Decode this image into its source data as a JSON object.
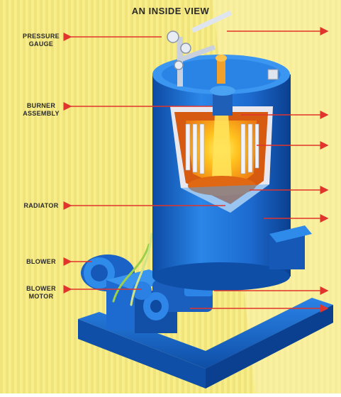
{
  "title": "AN INSIDE VIEW",
  "labels": {
    "pressure_gauge": "PRESSURE\nGAUGE",
    "burner_assembly": "BURNER\nASSEMBLY",
    "radiator": "RADIATOR",
    "blower": "BLOWER",
    "blower_motor": "BLOWER\nMOTOR"
  },
  "colors": {
    "background": "#f7ee8a",
    "stripe": "#efe27a",
    "boiler_blue": "#1e6fd0",
    "boiler_dark": "#0f4fa8",
    "flame_orange": "#f08a1c",
    "flame_yellow": "#ffd23a",
    "arrow": "#e0342c"
  }
}
